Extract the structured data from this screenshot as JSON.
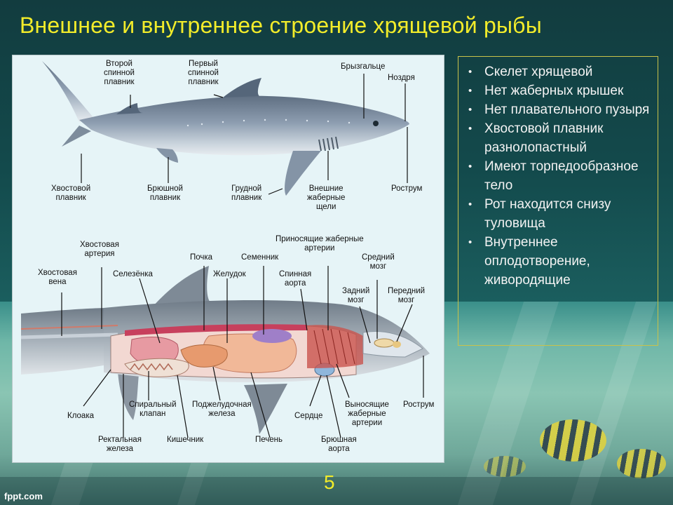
{
  "title": "Внешнее и внутреннее строение хрящевой рыбы",
  "diagram": {
    "external_labels": {
      "second_dorsal_fin": "Второй\nспинной\nплавник",
      "first_dorsal_fin": "Первый\nспинной\nплавник",
      "spiracle": "Брызгальце",
      "nostril": "Ноздря",
      "caudal_fin": "Хвостовой\nплавник",
      "pelvic_fin": "Брюшной\nплавник",
      "pectoral_fin": "Грудной\nплавник",
      "gill_slits": "Внешние\nжаберные\nщели",
      "rostrum_top": "Рострум"
    },
    "internal_labels": {
      "caudal_artery": "Хвостовая\nартерия",
      "caudal_vein": "Хвостовая\nвена",
      "spleen": "Селезёнка",
      "kidney": "Почка",
      "stomach": "Желудок",
      "testis": "Семенник",
      "afferent_arteries": "Приносящие жаберные\nартерии",
      "dorsal_aorta": "Спинная\nаорта",
      "midbrain": "Средний\nмозг",
      "hindbrain": "Задний\nмозг",
      "forebrain": "Передний\nмозг",
      "cloaca": "Клоака",
      "spiral_valve": "Спиральный\nклапан",
      "pancreas": "Поджелудочная\nжелеза",
      "heart": "Сердце",
      "efferent_arteries": "Выносящие\nжаберные\nартерии",
      "rostrum_bottom": "Рострум",
      "rectal_gland": "Ректальная\nжелеза",
      "intestine": "Кишечник",
      "liver": "Печень",
      "ventral_aorta": "Брюшная\nаорта"
    }
  },
  "facts": [
    "Скелет хрящевой",
    "Нет жаберных крышек",
    "Нет плавательного пузыря",
    "Хвостовой плавник разнолопастный",
    "Имеют торпедообразное тело",
    "Рот находится снизу туловища",
    "Внутреннее оплодотворение, живородящие"
  ],
  "page_number": "5",
  "footer": "fppt.com",
  "colors": {
    "title": "#f2ec2a",
    "facts_text": "#f3f3f3",
    "facts_border": "#c9c24a",
    "diagram_bg": "#e6f4f7"
  }
}
